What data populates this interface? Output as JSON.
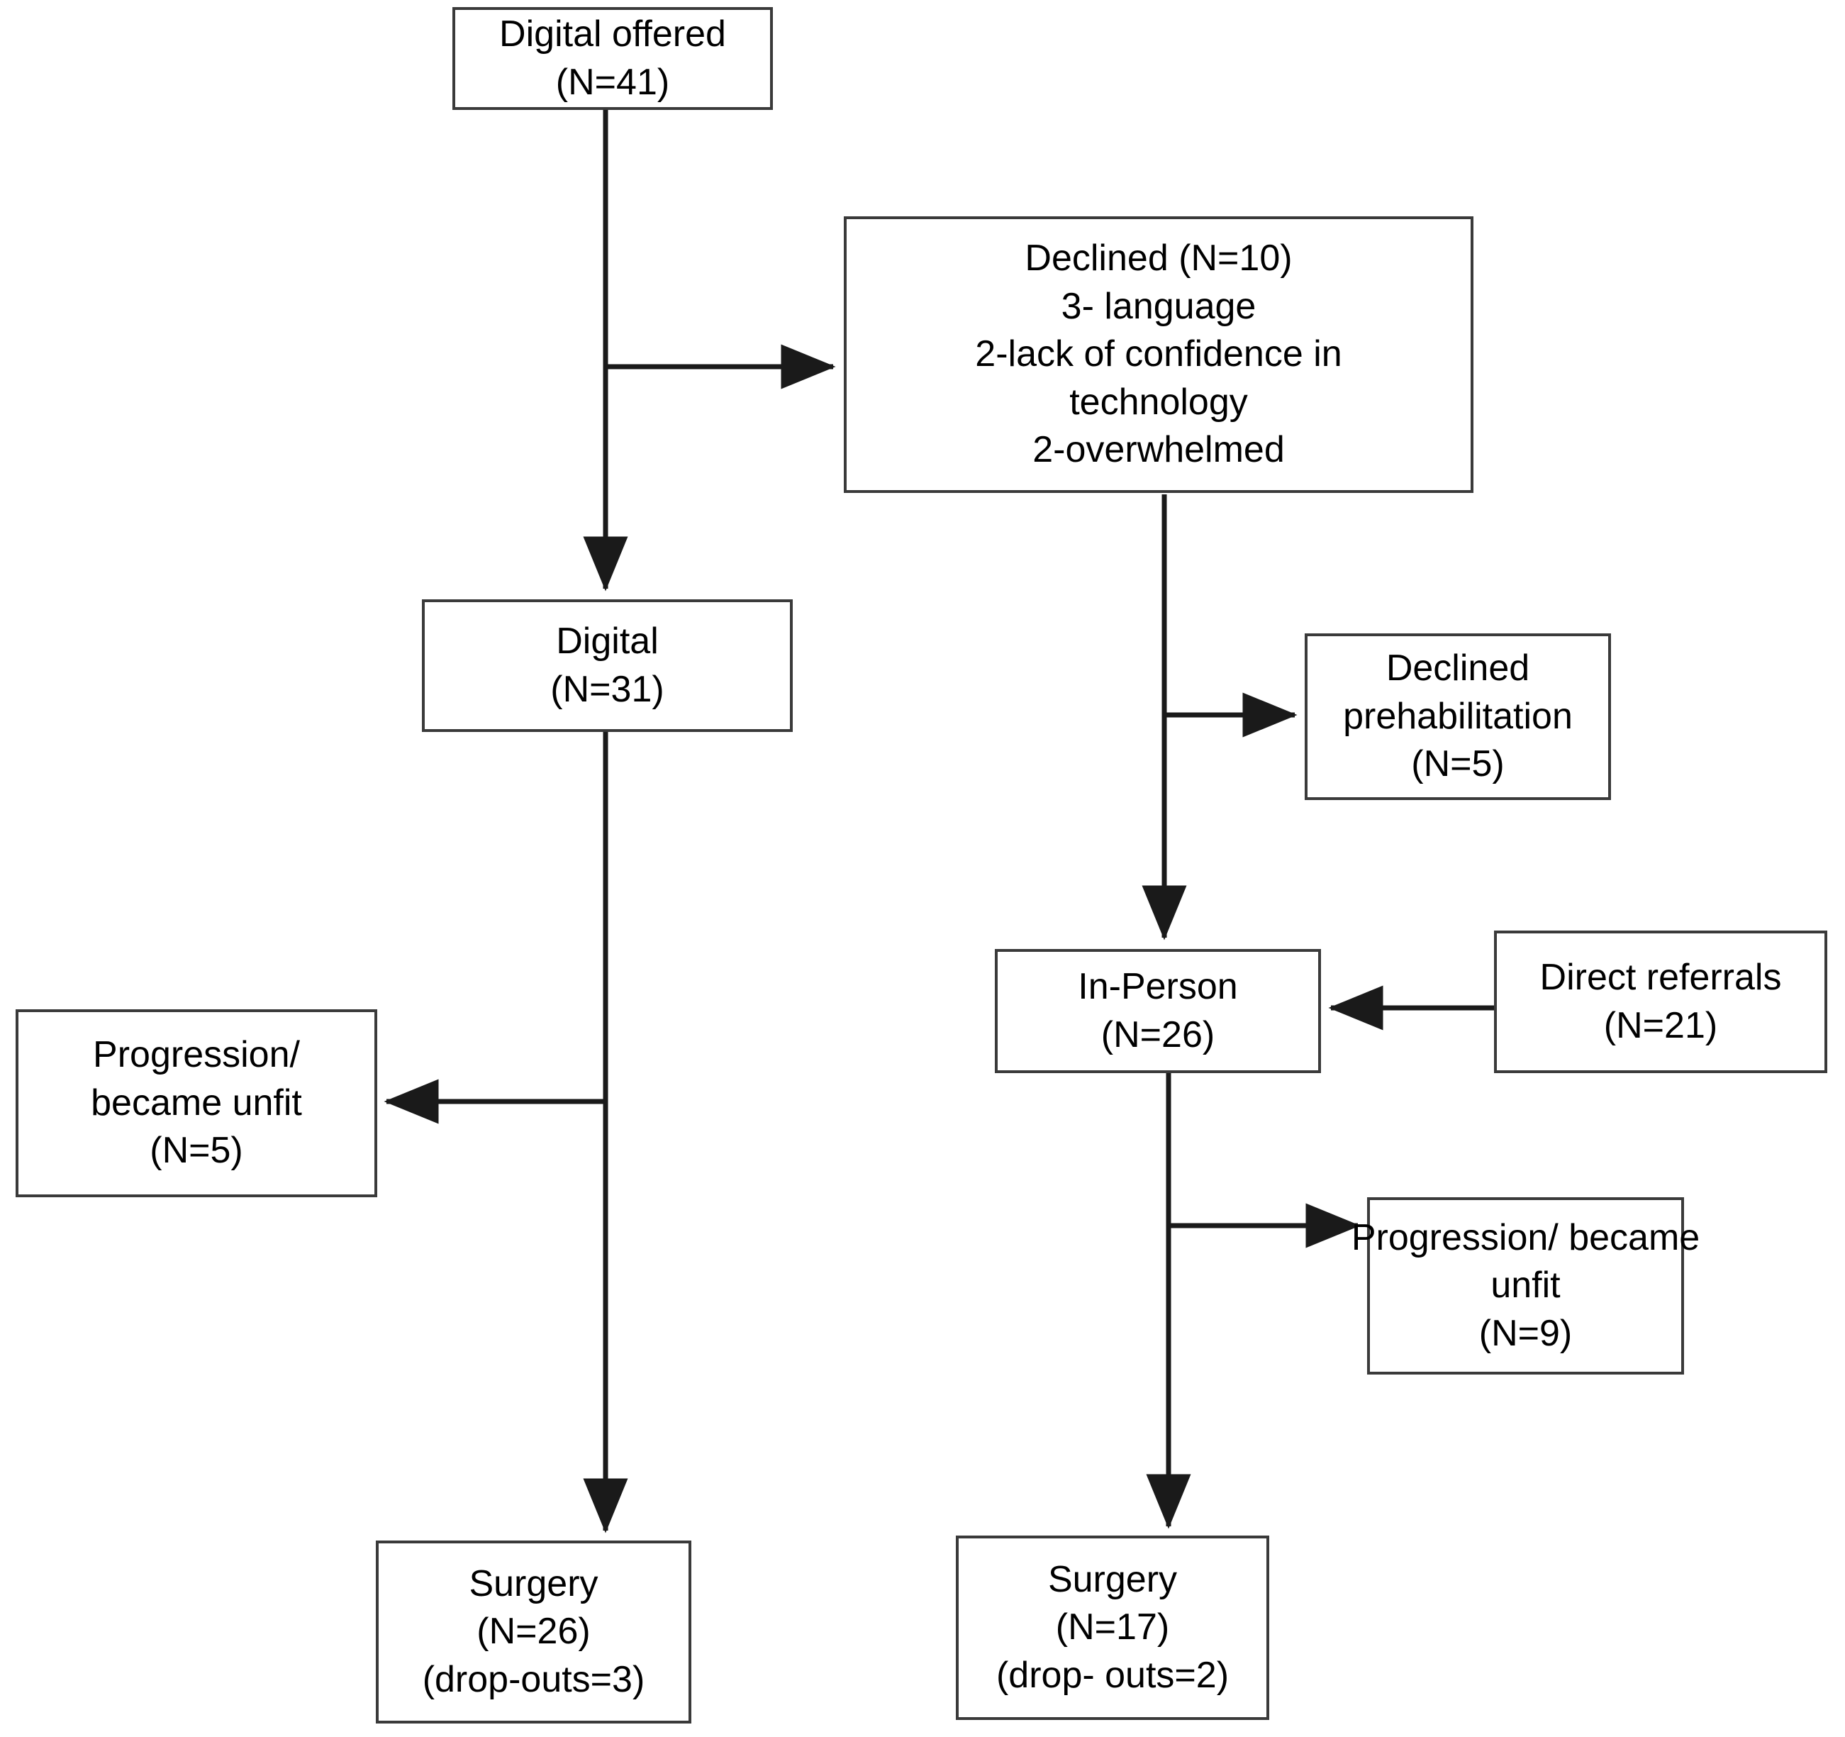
{
  "diagram": {
    "title": "Prehabilitation participant flow diagram",
    "type": "flowchart",
    "stroke_color": "#3a3a3a",
    "text_color": "#000000",
    "background_color": "#ffffff",
    "nodes": {
      "digital_offered": {
        "line1": "Digital offered",
        "line2": "(N=41)"
      },
      "declined": {
        "line1": "Declined (N=10)",
        "line2": "3- language",
        "line3": "2-lack of confidence in",
        "line4": "technology",
        "line5": "2-overwhelmed"
      },
      "digital": {
        "line1": "Digital",
        "line2": "(N=31)"
      },
      "declined_prehabilitation": {
        "line1": "Declined",
        "line2": "prehabilitation",
        "line3": "(N=5)"
      },
      "in_person": {
        "line1": "In-Person",
        "line2": "(N=26)"
      },
      "direct_referrals": {
        "line1": "Direct referrals",
        "line2": "(N=21)"
      },
      "progression_unfit_digital": {
        "line1": "Progression/",
        "line2": "became unfit",
        "line3": "(N=5)"
      },
      "progression_unfit_inperson": {
        "line1": "Progression/ became",
        "line2": "unfit",
        "line3": "(N=9)"
      },
      "surgery_digital": {
        "line1": "Surgery",
        "line2": "(N=26)",
        "line3": "(drop-outs=3)"
      },
      "surgery_inperson": {
        "line1": "Surgery",
        "line2": "(N=17)",
        "line3": "(drop- outs=2)"
      }
    },
    "edges": [
      {
        "from": "digital_offered",
        "to": "digital",
        "direction": "down"
      },
      {
        "from": "digital_offered",
        "to": "declined",
        "direction": "right"
      },
      {
        "from": "declined",
        "to": "in_person",
        "direction": "down"
      },
      {
        "from": "declined",
        "to": "declined_prehabilitation",
        "direction": "right"
      },
      {
        "from": "digital",
        "to": "progression_unfit_digital",
        "direction": "left"
      },
      {
        "from": "digital",
        "to": "surgery_digital",
        "direction": "down"
      },
      {
        "from": "direct_referrals",
        "to": "in_person",
        "direction": "left"
      },
      {
        "from": "in_person",
        "to": "progression_unfit_inperson",
        "direction": "right"
      },
      {
        "from": "in_person",
        "to": "surgery_inperson",
        "direction": "down"
      }
    ]
  }
}
